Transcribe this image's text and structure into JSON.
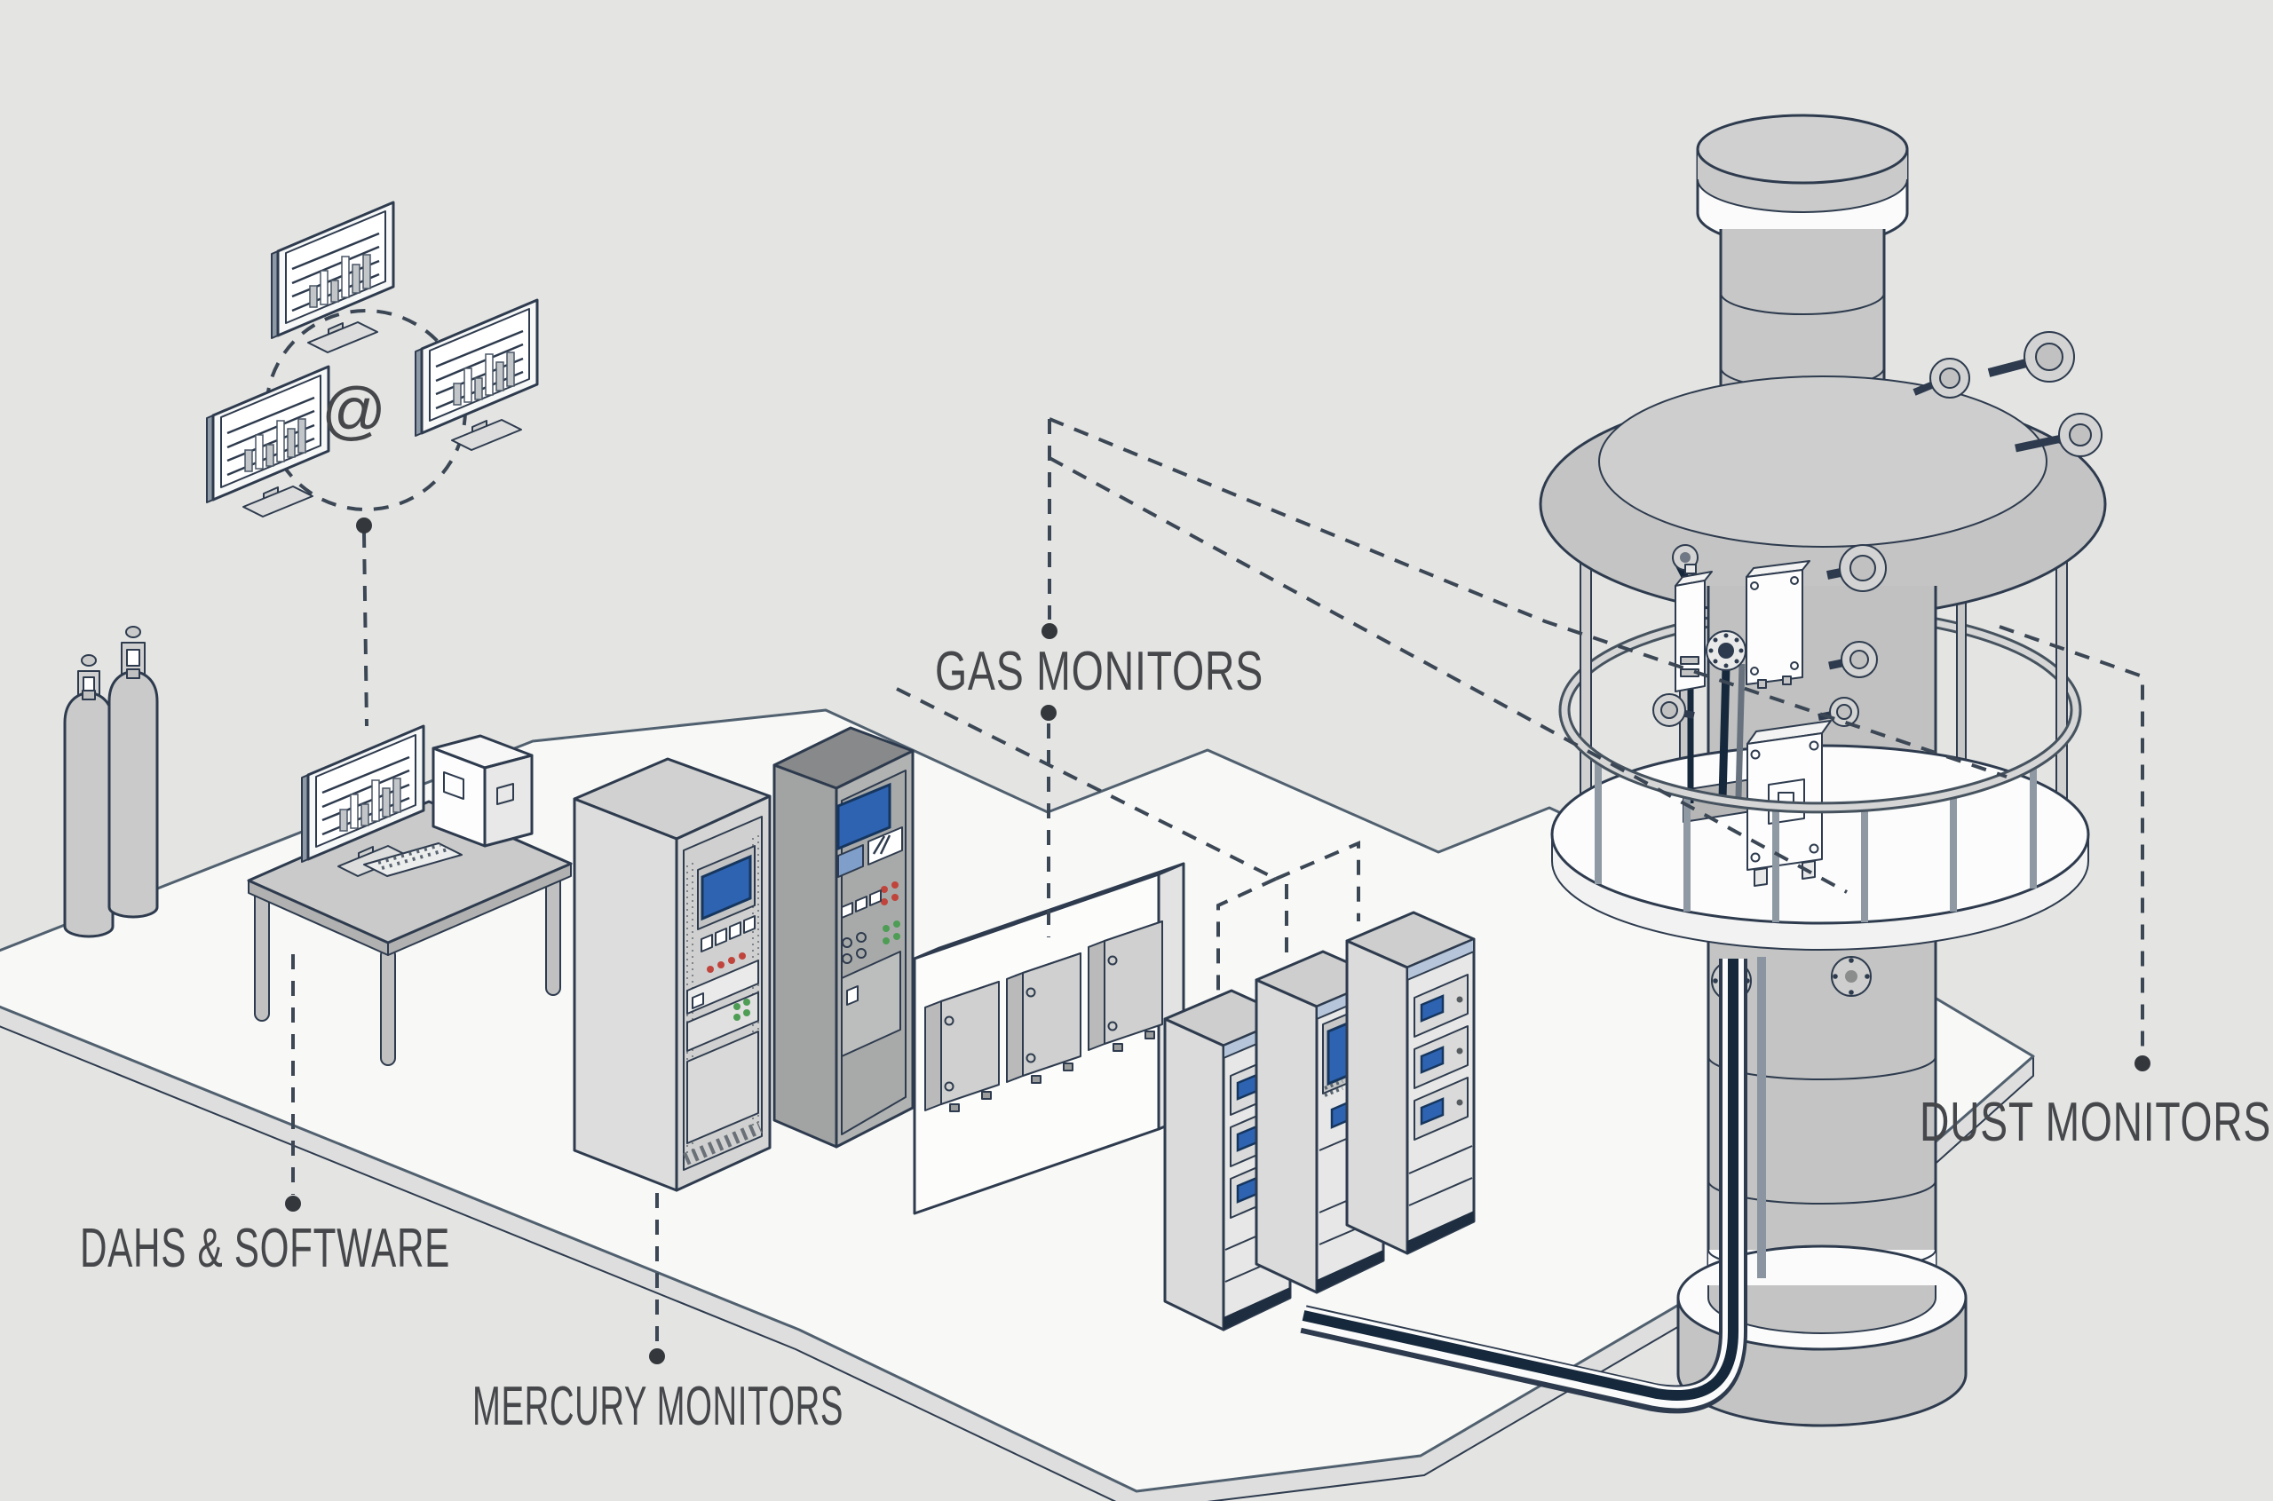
{
  "scene": {
    "type": "isometric-diagram",
    "subject": "Continuous emission monitoring system overview",
    "background_color": "#e4e5e3",
    "outline_color": "#2e3b4e",
    "floor_color": "#f8f9f7",
    "screen_blue": "#2e63b1",
    "cable_color": "#16283c",
    "label_color": "#45474a",
    "leader_dash_color": "#3c4755",
    "status_red": "#c0443c",
    "status_green": "#4d9d55"
  },
  "labels": {
    "gas_monitors": "GAS MONITORS",
    "dahs_software": "DAHS & SOFTWARE",
    "mercury_monitors": "MERCURY MONITORS",
    "dust_monitors": "DUST MONITORS",
    "network_at_symbol": "@"
  },
  "components": [
    {
      "name": "networked-monitors",
      "description": "Three desktop monitors showing bar charts joined by a dashed circle with an @ symbol"
    },
    {
      "name": "gas-cylinders",
      "description": "Two calibration gas cylinders with valves"
    },
    {
      "name": "dahs-workstation",
      "description": "Desk with monitor, keyboard and PC tower"
    },
    {
      "name": "mercury-monitor-cabinets",
      "description": "Two analyzer cabinets with blue displays, buttons and indicator lights"
    },
    {
      "name": "gas-monitor-wall-boxes",
      "description": "Three wall-mounted analyzer enclosures on a low wall"
    },
    {
      "name": "gas-monitor-racks",
      "description": "Three analyzer rack cabinets with blue display modules"
    },
    {
      "name": "smokestack",
      "description": "Stack with cap, dome, fenced sampling platform and flanged base"
    },
    {
      "name": "dust-monitor-sensors",
      "description": "Flanged dust sensor heads mounted on the stack"
    },
    {
      "name": "signal-cable",
      "description": "Dark signal cable running from the racks along the floor and up the stack"
    }
  ]
}
